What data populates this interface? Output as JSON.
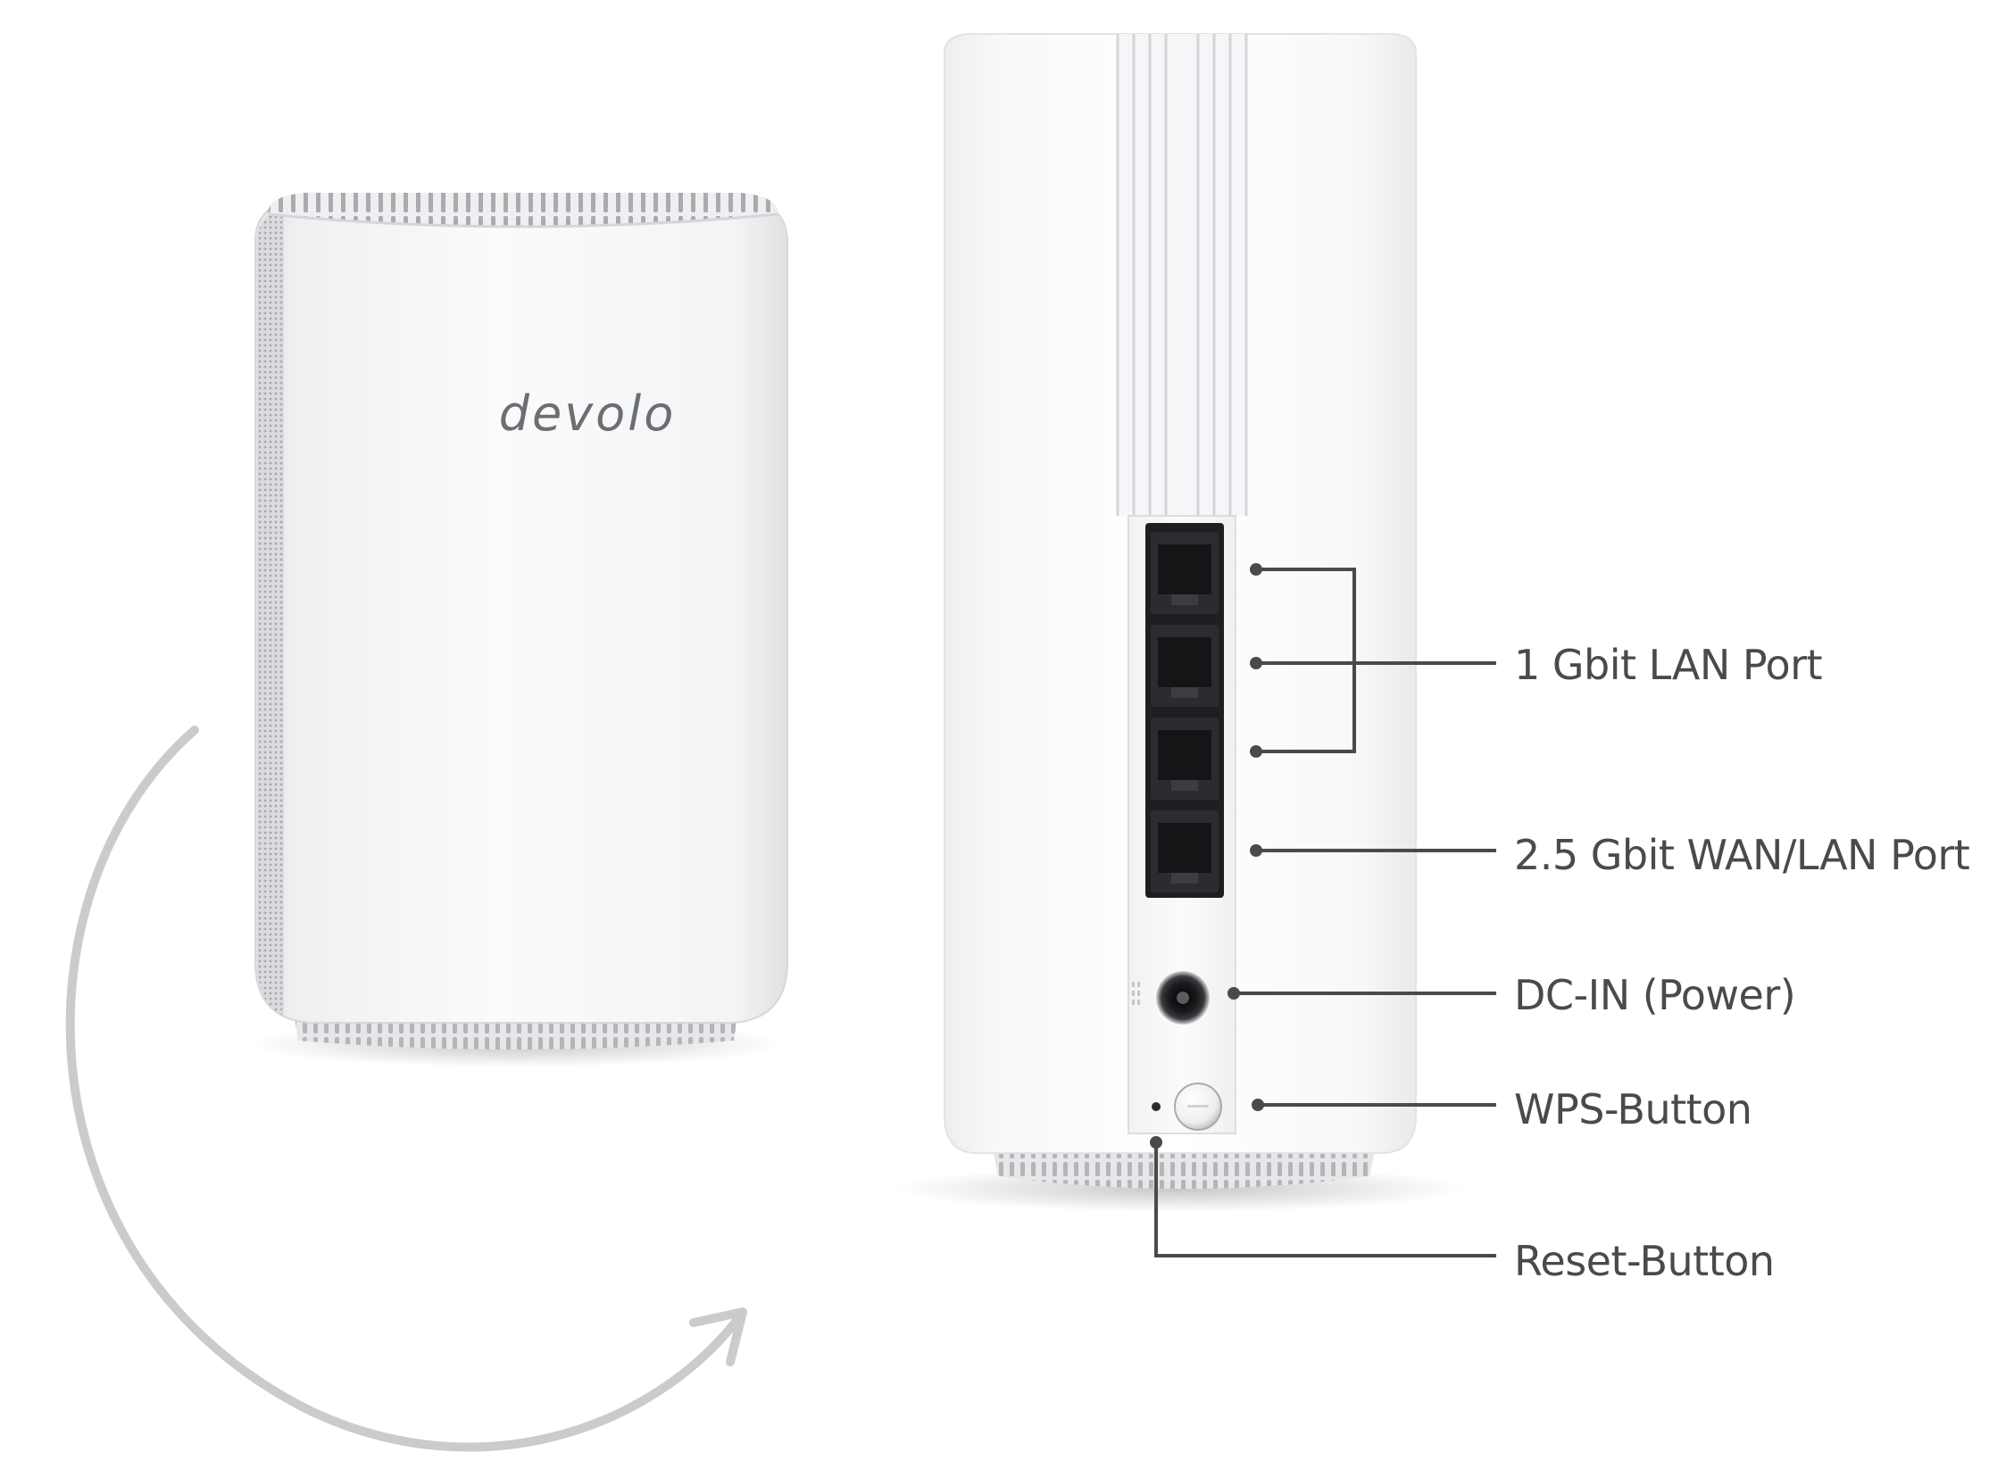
{
  "brand": {
    "logo_text": "devolo",
    "logo_color": "#6b6e72"
  },
  "callouts": {
    "lan_port": "1 Gbit LAN Port",
    "wan_lan_port": "2.5 Gbit WAN/LAN Port",
    "dc_in": "DC-IN (Power)",
    "wps_button": "WPS-Button",
    "reset_button": "Reset-Button"
  },
  "colors": {
    "callout_line": "#4a4a4a",
    "rotation_arrow": "#c9cbcd",
    "device_body": "#f4f5f6",
    "port_panel": "#1e1f21"
  },
  "icons": {
    "rotation": "rotate-arrow-icon"
  }
}
